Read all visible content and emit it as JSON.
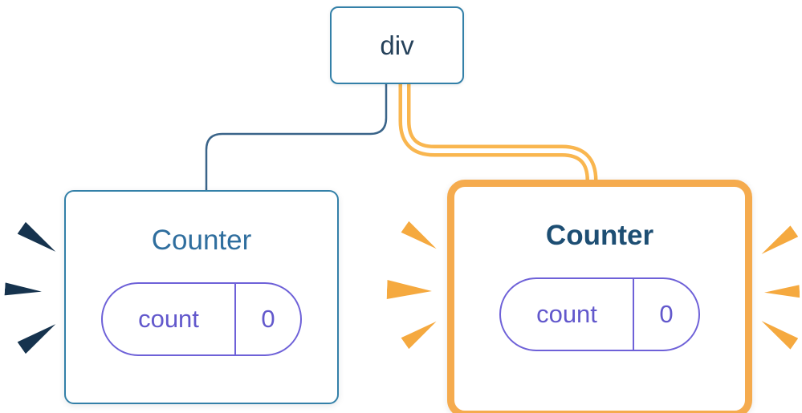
{
  "diagram": {
    "root": {
      "label": "div"
    },
    "counters": [
      {
        "title": "Counter",
        "state_key": "count",
        "state_value": "0",
        "highlighted": false
      },
      {
        "title": "Counter",
        "state_key": "count",
        "state_value": "0",
        "highlighted": true
      }
    ],
    "colors": {
      "box_border_blue": "#3380A8",
      "connector_blue": "#3A6489",
      "connector_yellow": "#F9B64F",
      "highlight_orange_border": "#F5AB4E",
      "spark_orange": "#F5A93F",
      "spark_dark_navy": "#16334E",
      "pill_purple": "#6E61D8",
      "pill_text_purple": "#6258CC",
      "root_text": "#25415A",
      "counter_title_blue": "#2F6E9E",
      "counter_title_bold_blue": "#1D4E73",
      "background": "#FFFFFF"
    }
  }
}
